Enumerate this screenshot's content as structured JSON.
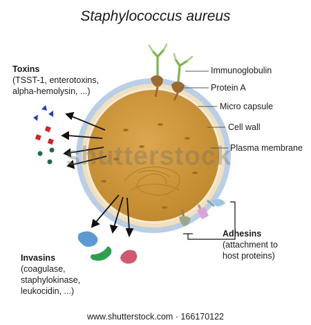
{
  "title": "Staphylococcus aureus",
  "labels": {
    "immunoglobulin": "Immunoglobulin",
    "protein_a": "Protein A",
    "micro_capsule": "Micro capsule",
    "cell_wall": "Cell wall",
    "plasma_membrane": "Plasma membrane"
  },
  "toxins": {
    "heading": "Toxins",
    "line1": "(TSST-1, enterotoxins,",
    "line2": "alpha-hemolysin, ...)"
  },
  "invasins": {
    "heading": "Invasins",
    "line1": "(coagulase,",
    "line2": "staphylokinase,",
    "line3": "leukocidin, ...)"
  },
  "adhesins": {
    "heading": "Adhesins",
    "line1": "(attachment to",
    "line2": "host proteins)"
  },
  "watermark": "shutterstock",
  "footer": "www.shutterstock.com · 166170122",
  "colors": {
    "capsule": "#b9cfe6",
    "cell_wall": "#f1e0bd",
    "cytoplasm": "#cf9a3c",
    "toxin_blue": "#1f3fbf",
    "toxin_red": "#d4202a",
    "toxin_green": "#1a6e44",
    "invasin_blue": "#5b9bd5",
    "invasin_green": "#2e9e4f",
    "invasin_red": "#cf5a6e",
    "antibody_green": "#7ab648",
    "protein_a_brown": "#9b6a2f"
  }
}
